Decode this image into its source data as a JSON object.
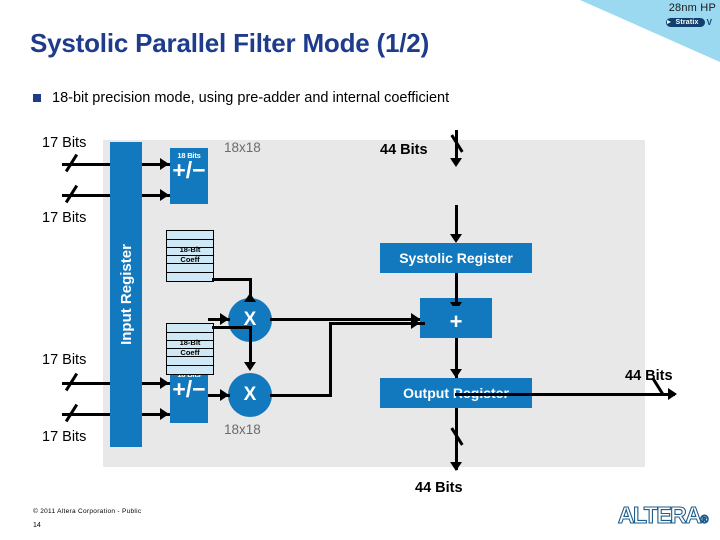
{
  "corner": {
    "process_label": "28nm HP",
    "family_badge": "Stratix",
    "family_version": "V",
    "wedge_color": "#9bd9f0"
  },
  "slide": {
    "title": "Systolic Parallel Filter Mode (1/2)",
    "title_color": "#1f3c8c",
    "bullet": "18-bit precision mode, using pre-adder and internal coefficient",
    "bullet_marker": "square-bullet-icon"
  },
  "diagram": {
    "panel_color": "#e8e8e8",
    "block_color": "#1379be",
    "coeff_color": "#cfe8f5",
    "input_register": "Input Register",
    "systolic_register": "Systolic Register",
    "output_register": "Output Register",
    "preadders": [
      {
        "bits": "18 Bits",
        "symbol": "+/−"
      },
      {
        "bits": "18 Bits",
        "symbol": "+/−"
      }
    ],
    "multipliers": [
      {
        "symbol": "X",
        "label": "18x18"
      },
      {
        "symbol": "X",
        "label": "18x18"
      }
    ],
    "adders": [
      {
        "symbol": "+"
      },
      {
        "symbol": "+"
      }
    ],
    "coefficients": [
      {
        "line1": "18-Bit",
        "line2": "Coeff"
      },
      {
        "line1": "18-Bit",
        "line2": "Coeff"
      }
    ],
    "input_bus_labels": [
      "17 Bits",
      "17 Bits",
      "17 Bits",
      "17 Bits"
    ],
    "bus_44_top": "44 Bits",
    "bus_44_right": "44 Bits",
    "bus_44_bottom": "44 Bits"
  },
  "footer": {
    "copyright": "© 2011 Altera Corporation - Public",
    "page_number": "14",
    "logo_text": "ALTERA",
    "logo_mark": "®"
  }
}
